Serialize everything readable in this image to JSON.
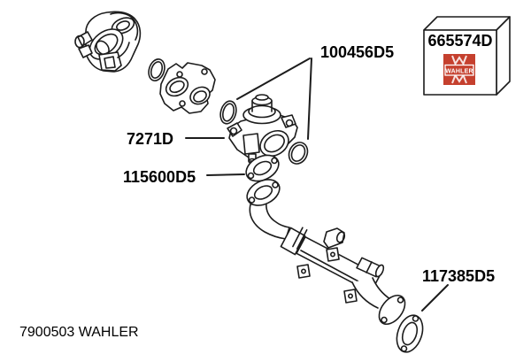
{
  "callouts": {
    "oring_pair": "100456D5",
    "egr_valve": "7271D",
    "valve_gasket": "115600D5",
    "pipe_gasket": "117385D5"
  },
  "package_box": {
    "part_number": "665574D",
    "logo_text": "WAHLER"
  },
  "footer": {
    "reference": "7900503 WAHLER"
  },
  "colors": {
    "ink": "#1c1c1c",
    "label_text": "#000000",
    "logo_red": "#c5402e",
    "background": "#ffffff"
  }
}
